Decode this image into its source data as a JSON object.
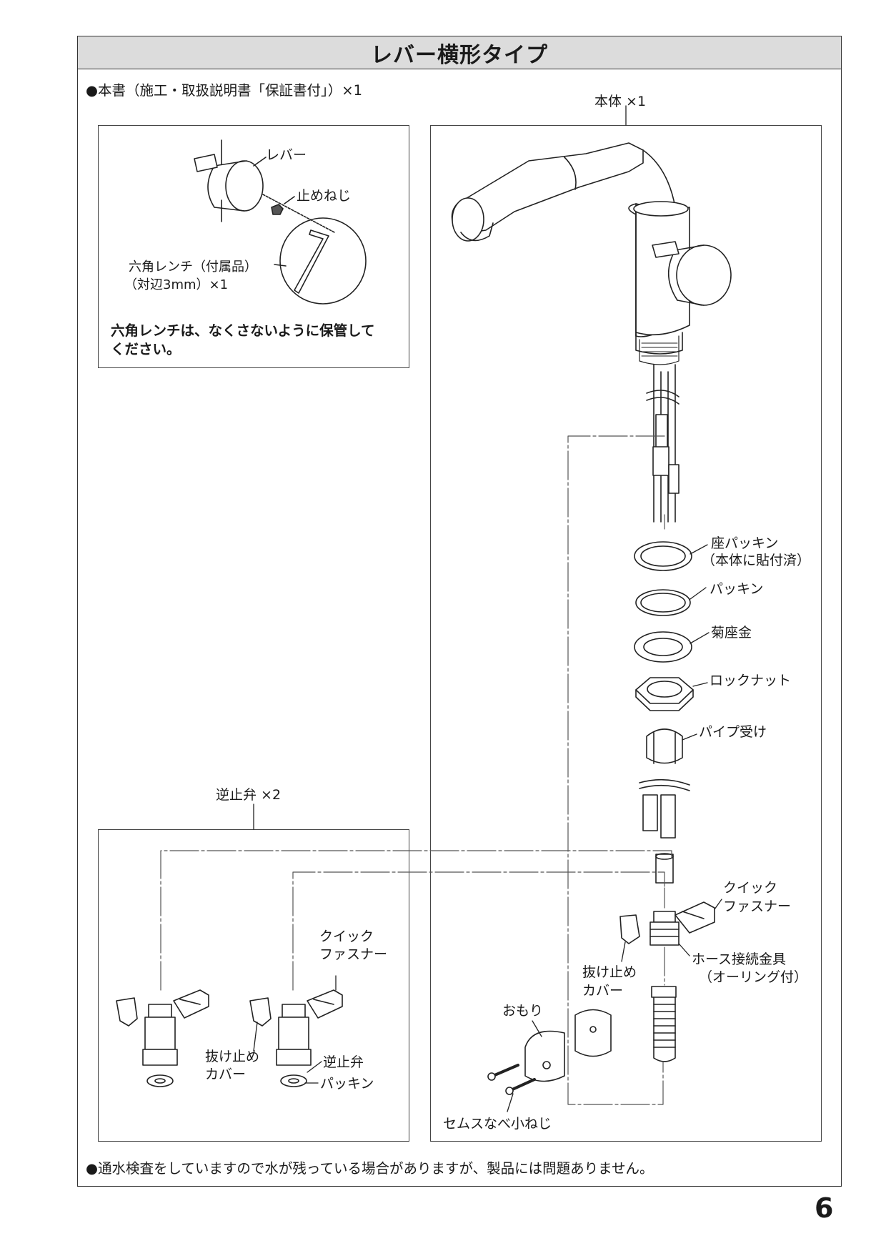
{
  "title": "レバー横形タイプ",
  "top_note": "●本書（施工・取扱説明書「保証書付」）×1",
  "lever_box": {
    "lever": "レバー",
    "set_screw": "止めねじ",
    "hex_wrench_line1": "六角レンチ（付属品）",
    "hex_wrench_line2": "（対辺3mm）×1",
    "caution_line1": "六角レンチは、なくさないように保管して",
    "caution_line2": "ください。"
  },
  "body_box": {
    "header": "本体 ×1",
    "seat_packing_line1": "座パッキン",
    "seat_packing_line2": "（本体に貼付済）",
    "packing": "パッキン",
    "chrysanthemum_washer": "菊座金",
    "lock_nut": "ロックナット",
    "pipe_holder": "パイプ受け",
    "quick_fastener_line1": "クイック",
    "quick_fastener_line2": "ファスナー",
    "hose_fitting_line1": "ホース接続金具",
    "hose_fitting_line2": "（オーリング付）",
    "slip_cover_line1": "抜け止め",
    "slip_cover_line2": "カバー",
    "weight": "おもり",
    "screw": "セムスなべ小ねじ"
  },
  "check_valve_box": {
    "header": "逆止弁 ×2",
    "quick_fastener_line1": "クイック",
    "quick_fastener_line2": "ファスナー",
    "slip_cover_line1": "抜け止め",
    "slip_cover_line2": "カバー",
    "check_valve": "逆止弁",
    "packing": "パッキン"
  },
  "bottom_note": "●通水検査をしていますので水が残っている場合がありますが、製品には問題ありません。",
  "page_number": "6"
}
